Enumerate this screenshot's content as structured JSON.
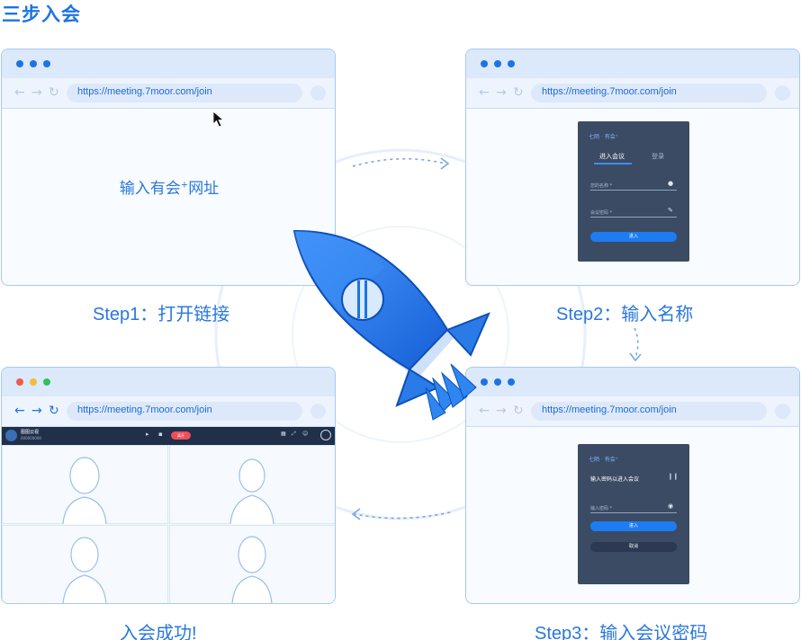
{
  "title": "三步入会",
  "url": "https://meeting.7moor.com/join",
  "step1": {
    "center_text": "输入有会",
    "center_sup": "+",
    "center_tail": "网址",
    "caption": "Step1：打开链接"
  },
  "step2": {
    "caption": "Step2：输入名称",
    "dialog": {
      "brand": "七陌 · 有会⁺",
      "tab_join": "进入会议",
      "tab_login": "登录",
      "field_name": "您的名称 *",
      "field_code": "会议密码 *",
      "button": "进入"
    }
  },
  "step3": {
    "caption": "Step3：输入会议密码",
    "dialog": {
      "brand": "七陌 · 有会⁺",
      "heading": "输入密码以进入会议",
      "field_pwd": "输入密码 *",
      "button_ok": "进入",
      "button_cancel": "取消"
    }
  },
  "done": {
    "caption": "入会成功!",
    "meeting_name": "图图云视",
    "meeting_sub": "000000000",
    "leave": "离开"
  },
  "colors": {
    "accent": "#1d74e0",
    "window_border": "#a9c8f0",
    "dialog_bg": "#3b4b64"
  }
}
